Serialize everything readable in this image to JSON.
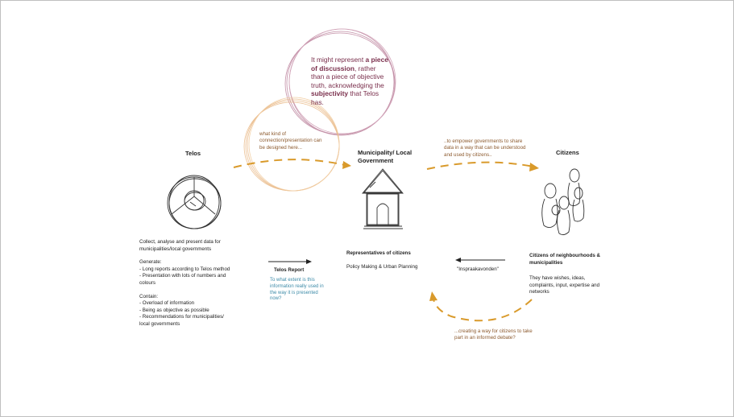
{
  "nodes": {
    "telos": "Telos",
    "municipality": "Municipality/ Local Government",
    "citizens": "Citizens"
  },
  "bubbles": {
    "big": [
      "It might represent ",
      "a piece of discussion",
      ", rather than a piece of objective truth, acknowledging the ",
      "subjectivity",
      " that Telos has."
    ],
    "small": "what kind of connection/presentation can be designed here..."
  },
  "arrow_labels": {
    "empower": "..to empower governments to share data in a way that can be understood and used by citizens..",
    "citizens_debate": "...creating a way for citizens to take part in an informed debate?",
    "telos_report": "Telos Report",
    "telos_question": "To what extent is this information really used in the way it is presented now?",
    "inspraak": "\"Inspraakavonden\""
  },
  "telos_block": {
    "intro": [
      "Collect, analyse and present data for",
      "municipalities/local governments"
    ],
    "generate_title": "Generate:",
    "generate": [
      "- Long reports according to Telos method",
      "- Presentation with lots of numbers and",
      "colours"
    ],
    "contain_title": "Contain:",
    "contain": [
      "- Overload of information",
      "- Being as objective as possible",
      "- Recommendations for municipalities/",
      "local governments"
    ]
  },
  "municipality_block": {
    "title": "Representatives of citizens",
    "text": "Policy Making & Urban Planning"
  },
  "citizens_block": {
    "title": [
      "Citizens of neighbourhoods &",
      "municipalities"
    ],
    "text": [
      "They have wishes, ideas,",
      "complaints, input, expertise and",
      "networks"
    ]
  },
  "colors": {
    "arrow": "#d99a2b",
    "bubble_big": "#a0587a",
    "bubble_small": "#e3a562",
    "text_purple": "#7a2f4c",
    "text_brown": "#8c5a2e",
    "text_teal": "#3d8ba8"
  }
}
